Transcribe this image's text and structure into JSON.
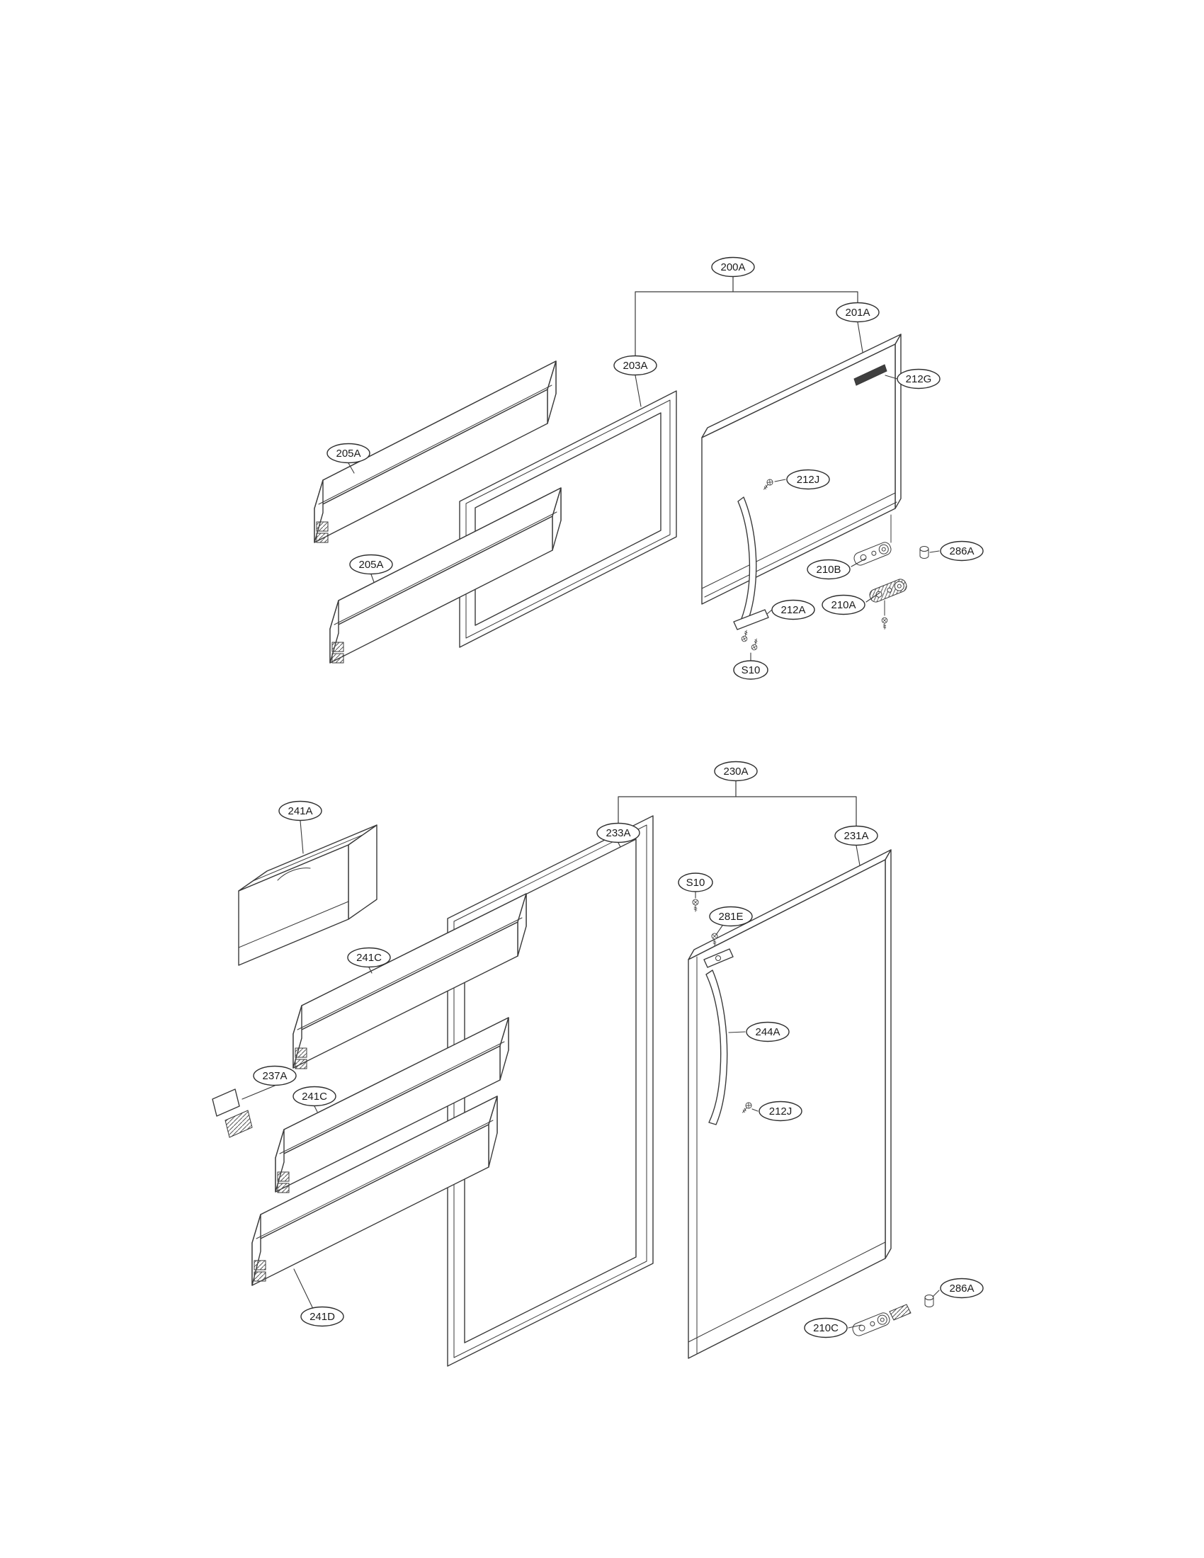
{
  "page": {
    "background": "#ffffff",
    "line_color": "#3a3a3a"
  },
  "callouts": {
    "upper": {
      "c200A": "200A",
      "c201A": "201A",
      "c203A": "203A",
      "c212G": "212G",
      "c205A_1": "205A",
      "c212J_1": "212J",
      "c205A_2": "205A",
      "c286A_1": "286A",
      "c210B": "210B",
      "c210A": "210A",
      "c212A": "212A",
      "cS10_1": "S10"
    },
    "lower": {
      "c230A": "230A",
      "c241A": "241A",
      "c233A": "233A",
      "c231A": "231A",
      "cS10_2": "S10",
      "c281E": "281E",
      "c241C_1": "241C",
      "c244A": "244A",
      "c237A": "237A",
      "c241C_2": "241C",
      "c212J_2": "212J",
      "c286A_2": "286A",
      "c241D": "241D",
      "c210C": "210C"
    }
  }
}
